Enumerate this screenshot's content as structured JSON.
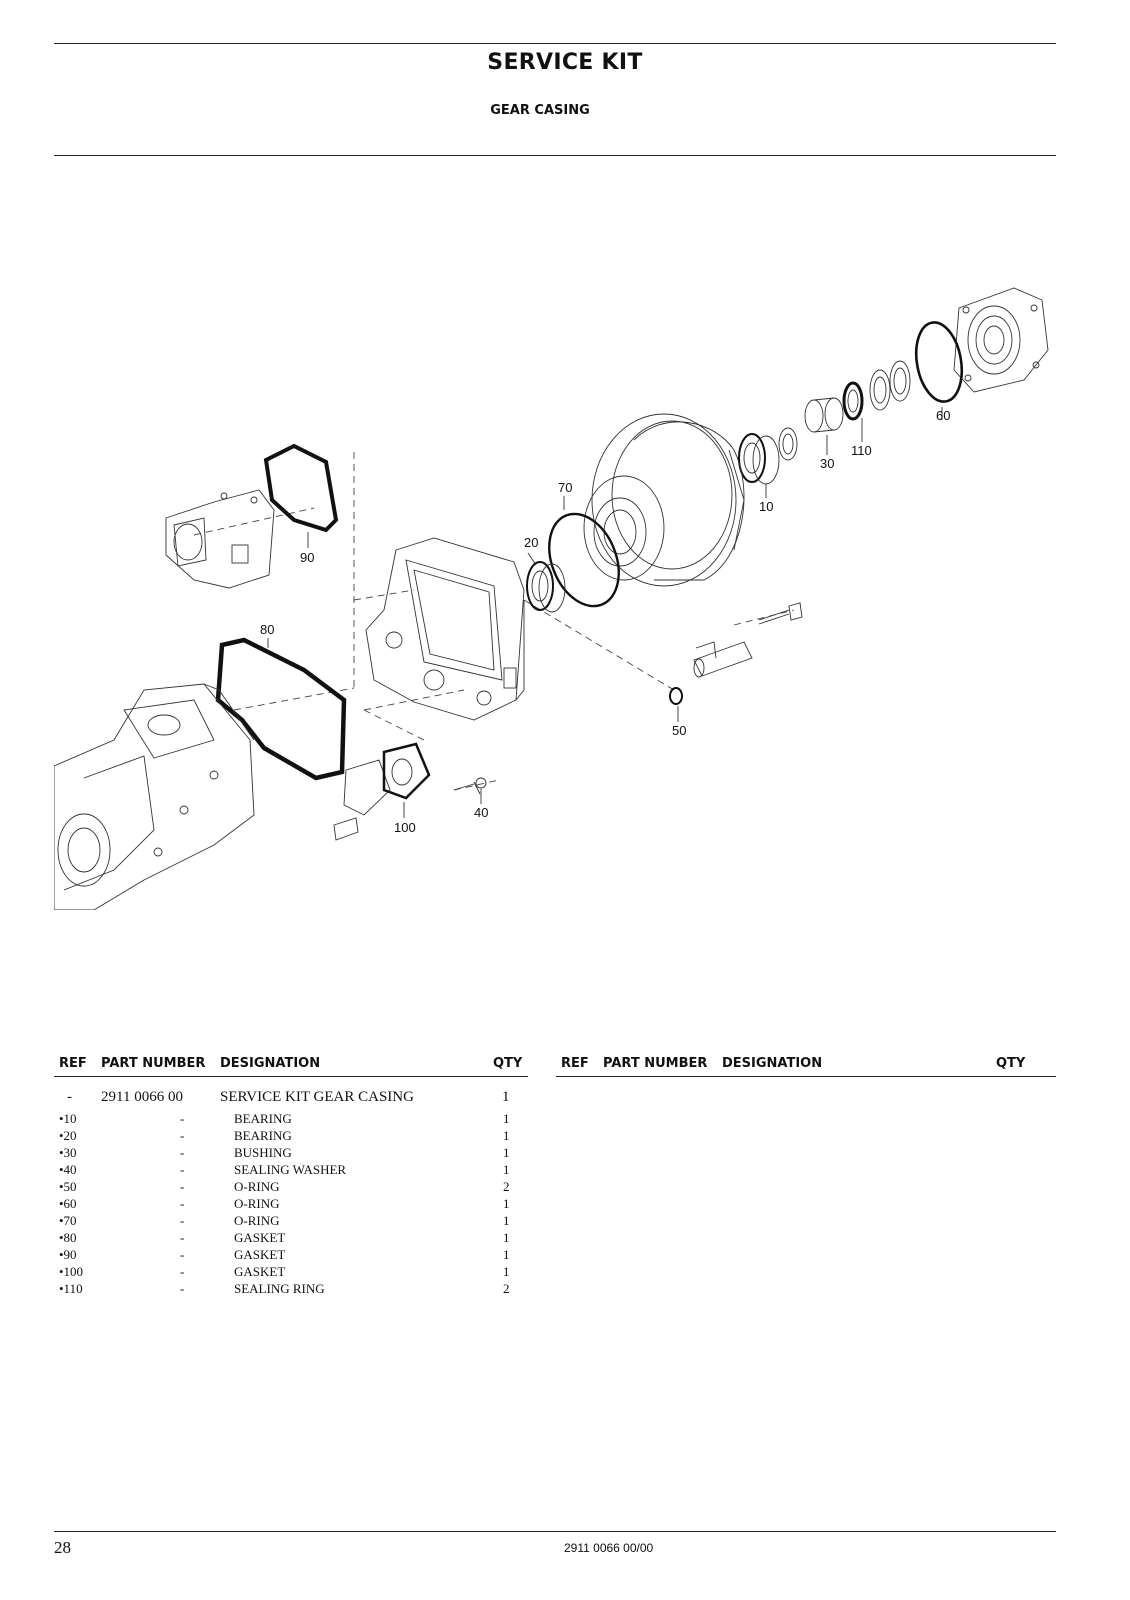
{
  "header": {
    "title": "SERVICE KIT",
    "subtitle": "GEAR CASING"
  },
  "diagram": {
    "callouts": [
      "60",
      "110",
      "30",
      "10",
      "70",
      "20",
      "90",
      "80",
      "50",
      "40",
      "100"
    ]
  },
  "table": {
    "columns": [
      "REF",
      "PART NUMBER",
      "DESIGNATION",
      "QTY"
    ],
    "kit_row": {
      "ref": "-",
      "part_number": "2911 0066 00",
      "designation": "SERVICE KIT GEAR CASING",
      "qty": "1"
    },
    "rows": [
      {
        "ref": "•10",
        "part_number": "-",
        "designation": "BEARING",
        "qty": "1"
      },
      {
        "ref": "•20",
        "part_number": "-",
        "designation": "BEARING",
        "qty": "1"
      },
      {
        "ref": "•30",
        "part_number": "-",
        "designation": "BUSHING",
        "qty": "1"
      },
      {
        "ref": "•40",
        "part_number": "-",
        "designation": "SEALING WASHER",
        "qty": "1"
      },
      {
        "ref": "•50",
        "part_number": "-",
        "designation": "O-RING",
        "qty": "2"
      },
      {
        "ref": "•60",
        "part_number": "-",
        "designation": "O-RING",
        "qty": "1"
      },
      {
        "ref": "•70",
        "part_number": "-",
        "designation": "O-RING",
        "qty": "1"
      },
      {
        "ref": "•80",
        "part_number": "-",
        "designation": "GASKET",
        "qty": "1"
      },
      {
        "ref": "•90",
        "part_number": "-",
        "designation": "GASKET",
        "qty": "1"
      },
      {
        "ref": "•100",
        "part_number": "-",
        "designation": "GASKET",
        "qty": "1"
      },
      {
        "ref": "•110",
        "part_number": "-",
        "designation": "SEALING RING",
        "qty": "2"
      }
    ]
  },
  "footer": {
    "page_number": "28",
    "doc_number": "2911 0066 00/00"
  }
}
